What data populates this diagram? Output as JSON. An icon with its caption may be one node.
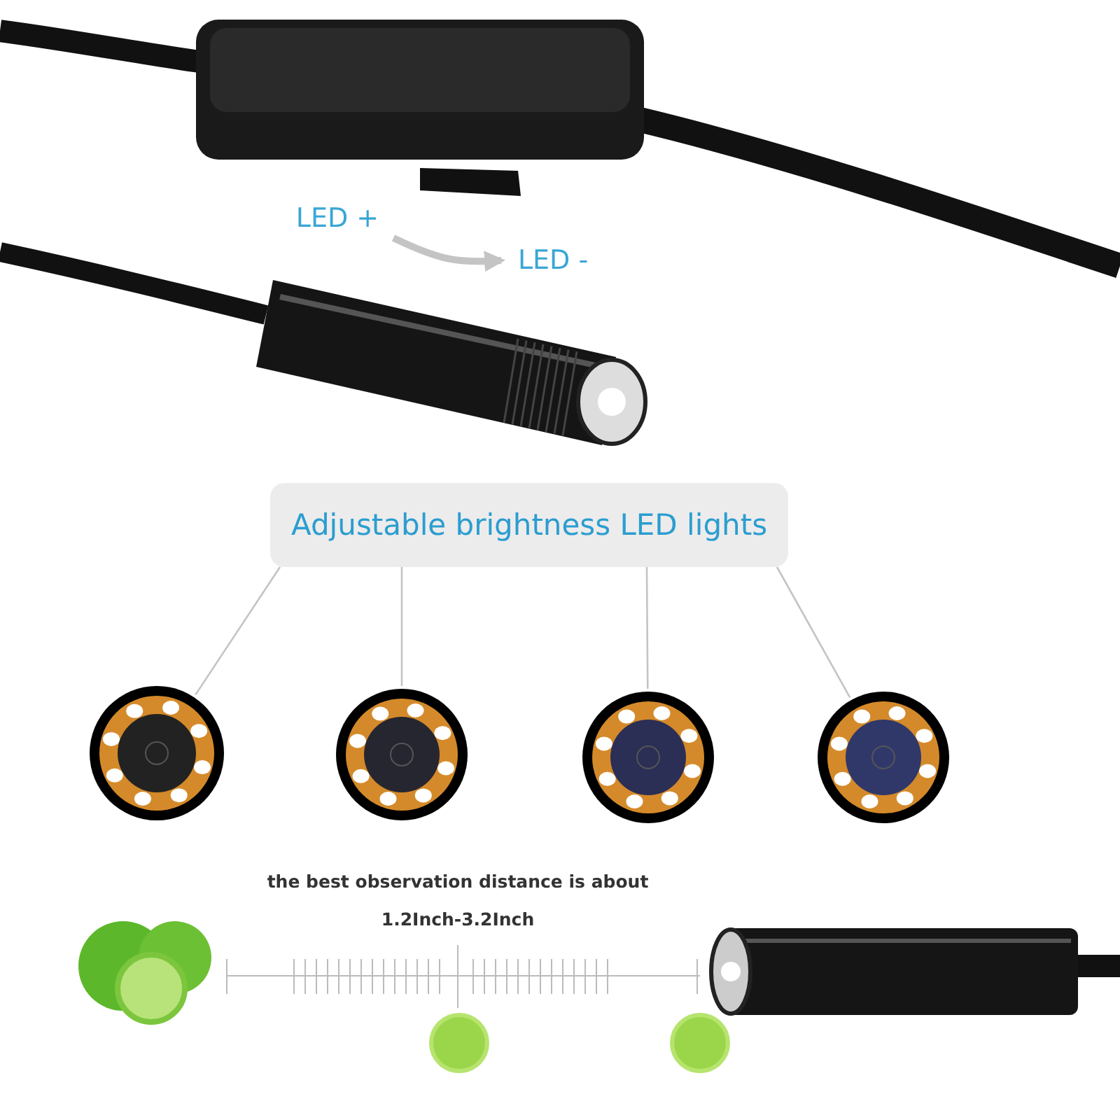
{
  "diagram": {
    "nodes": [
      {
        "text": [
          "LED +"
        ]
      },
      {
        "text": [
          "LED -"
        ]
      },
      {
        "text": [
          "Adjustable brightness LED lights"
        ]
      },
      {
        "text": [],
        "shape": "picture"
      },
      {
        "text": [],
        "shape": "picture"
      },
      {
        "text": [],
        "shape": "picture"
      },
      {
        "text": [],
        "shape": "picture"
      }
    ],
    "edges": [
      {
        "from": 0,
        "to": 1,
        "arrow": "to",
        "style": "thick"
      },
      {
        "from": 2,
        "to": 3,
        "arrow": "none"
      },
      {
        "from": 2,
        "to": 4,
        "arrow": "none"
      },
      {
        "from": 2,
        "to": 5,
        "arrow": "none"
      },
      {
        "from": 2,
        "to": 6,
        "arrow": "none"
      }
    ],
    "labels": [
      "the best observation distance is about",
      "1.2Inch-3.2Inch"
    ]
  }
}
